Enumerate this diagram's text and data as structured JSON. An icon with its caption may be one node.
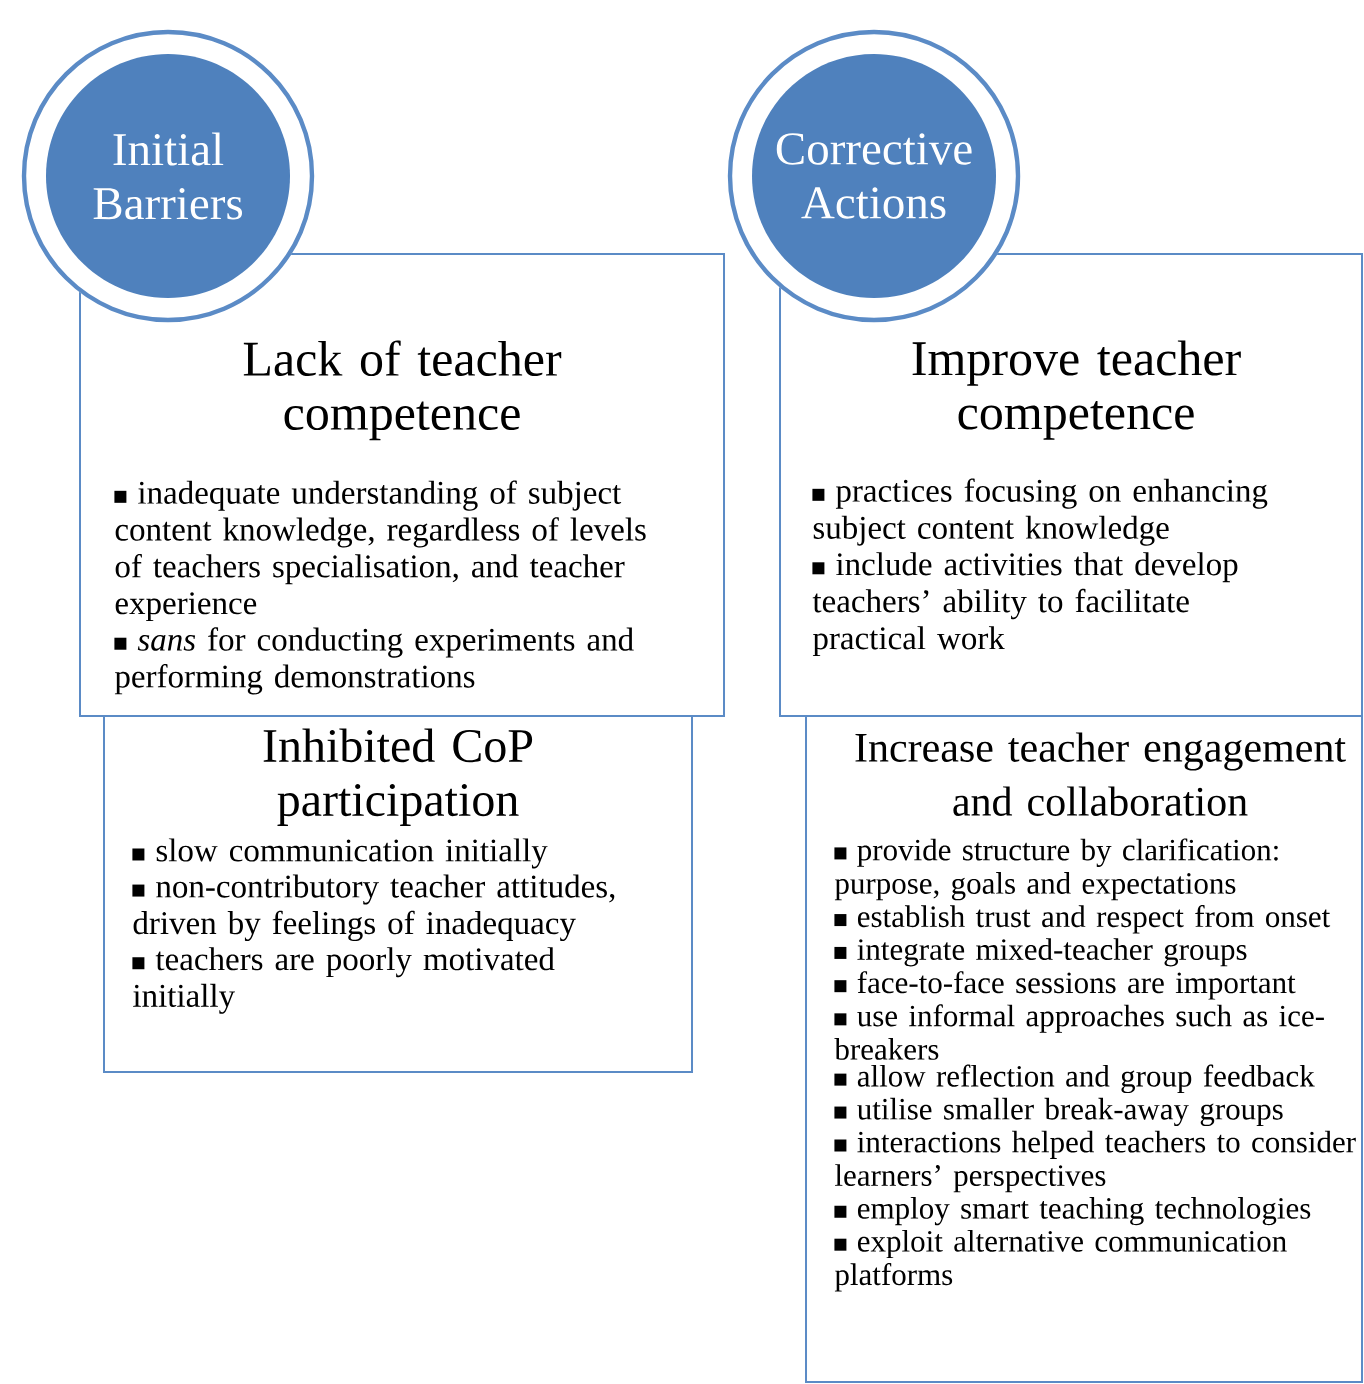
{
  "diagram": {
    "nodes": [
      {
        "text": [
          "Initial Barriers"
        ]
      },
      {
        "text": [
          "Lack of teacher competence",
          "inadequate understanding of subject content knowledge, regardless of levels of teachers specialisation, and teacher experience",
          "*sans* for conducting experiments and performing demonstrations"
        ]
      },
      {
        "text": [
          "Inhibited CoP participation",
          "slow communication initially",
          "non-contributory teacher attitudes, driven by feelings of inadequacy",
          "teachers are poorly motivated initially"
        ]
      },
      {
        "text": [
          "Corrective Actions"
        ]
      },
      {
        "text": [
          "Improve teacher competence",
          "practices focusing on enhancing subject content knowledge",
          "include activities that develop teachers’ ability to facilitate practical work"
        ]
      },
      {
        "text": [
          "Increase teacher engagement and collaboration",
          "provide structure by clarification: purpose, goals and expectations",
          "establish trust and respect from onset",
          "integrate mixed-teacher groups",
          "face-to-face sessions are important",
          "use informal approaches such as ice-breakers",
          "allow reflection and group feedback",
          "utilise smaller break-away groups",
          "interactions helped teachers to consider learners’ perspectives",
          "employ smart teaching technologies",
          "exploit alternative communication platforms"
        ]
      }
    ]
  }
}
